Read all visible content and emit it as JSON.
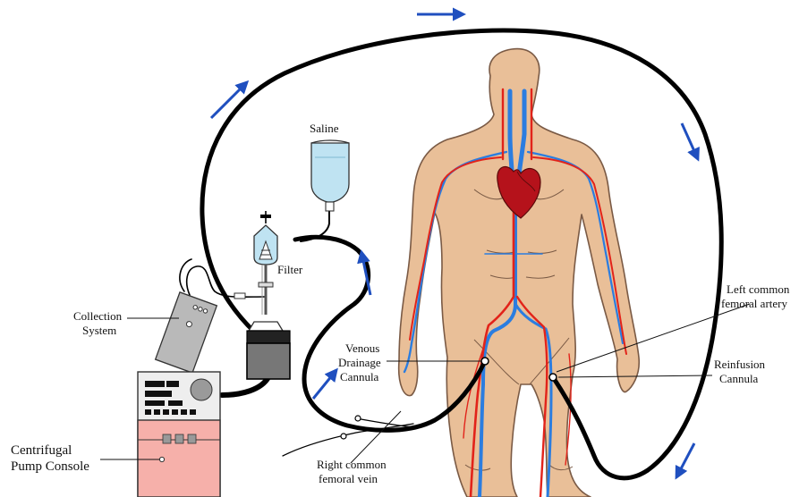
{
  "labels": {
    "saline": "Saline",
    "filter": "Filter",
    "collection_1": "Collection",
    "collection_2": "System",
    "venous_1": "Venous",
    "venous_2": "Drainage",
    "venous_3": "Cannula",
    "left_artery_1": "Left common",
    "left_artery_2": "femoral artery",
    "reinfusion_1": "Reinfusion",
    "reinfusion_2": "Cannula",
    "right_vein_1": "Right common",
    "right_vein_2": "femoral vein",
    "pump_1": "Centrifugal",
    "pump_2": "Pump Console"
  },
  "colors": {
    "tubing": "#000000",
    "flow_arrow": "#1f4fbf",
    "skin": "#e9bf98",
    "skin_outline": "#7a5a45",
    "artery": "#e2231a",
    "vein": "#2b7de0",
    "heart": "#b5121b",
    "saline_bag": "#bfe3f2",
    "filter_body": "#bfe3f2",
    "collection": "#b9b9b9",
    "pump_head": "#777777",
    "console_top": "#eeeeee",
    "console_base": "#f6b0aa"
  },
  "icons": [
    "flow-direction-arrow",
    "heart-icon",
    "saline-bag-icon",
    "filter-icon",
    "centrifugal-pump-icon",
    "collection-system-icon"
  ]
}
